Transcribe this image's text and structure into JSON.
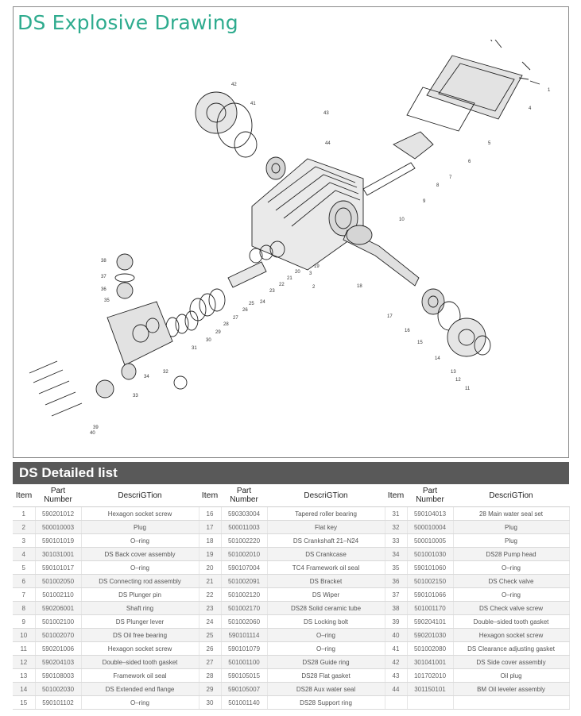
{
  "title": "DS Explosive Drawing",
  "list_title": "DS Detailed list",
  "headers": {
    "item": "Item",
    "part_number": "Part Number",
    "description": "DescriGTion"
  },
  "columns": [
    [
      {
        "item": "1",
        "part": "590201012",
        "desc": "Hexagon socket screw"
      },
      {
        "item": "2",
        "part": "500010003",
        "desc": "Plug"
      },
      {
        "item": "3",
        "part": "590101019",
        "desc": "O–ring"
      },
      {
        "item": "4",
        "part": "301031001",
        "desc": "DS Back cover assembly"
      },
      {
        "item": "5",
        "part": "590101017",
        "desc": "O–ring"
      },
      {
        "item": "6",
        "part": "501002050",
        "desc": "DS Connecting rod assembly"
      },
      {
        "item": "7",
        "part": "501002110",
        "desc": "DS Plunger pin"
      },
      {
        "item": "8",
        "part": "590206001",
        "desc": "Shaft ring"
      },
      {
        "item": "9",
        "part": "501002100",
        "desc": "DS Plunger lever"
      },
      {
        "item": "10",
        "part": "501002070",
        "desc": "DS Oil free bearing"
      },
      {
        "item": "11",
        "part": "590201006",
        "desc": "Hexagon socket screw"
      },
      {
        "item": "12",
        "part": "590204103",
        "desc": "Double–sided tooth gasket"
      },
      {
        "item": "13",
        "part": "590108003",
        "desc": "Framework oil seal"
      },
      {
        "item": "14",
        "part": "501002030",
        "desc": "DS Extended end flange"
      },
      {
        "item": "15",
        "part": "590101102",
        "desc": "O–ring"
      }
    ],
    [
      {
        "item": "16",
        "part": "590303004",
        "desc": "Tapered roller bearing"
      },
      {
        "item": "17",
        "part": "500011003",
        "desc": "Flat key"
      },
      {
        "item": "18",
        "part": "501002220",
        "desc": "DS Crankshaft 21–N24"
      },
      {
        "item": "19",
        "part": "501002010",
        "desc": "DS Crankcase"
      },
      {
        "item": "20",
        "part": "590107004",
        "desc": "TC4 Framework oil seal"
      },
      {
        "item": "21",
        "part": "501002091",
        "desc": "DS Bracket"
      },
      {
        "item": "22",
        "part": "501002120",
        "desc": "DS Wiper"
      },
      {
        "item": "23",
        "part": "501002170",
        "desc": "DS28 Solid ceramic tube"
      },
      {
        "item": "24",
        "part": "501002060",
        "desc": "DS Locking bolt"
      },
      {
        "item": "25",
        "part": "590101114",
        "desc": "O–ring"
      },
      {
        "item": "26",
        "part": "590101079",
        "desc": "O–ring"
      },
      {
        "item": "27",
        "part": "501001100",
        "desc": "DS28 Guide ring"
      },
      {
        "item": "28",
        "part": "590105015",
        "desc": "DS28 Flat gasket"
      },
      {
        "item": "29",
        "part": "590105007",
        "desc": "DS28 Aux water seal"
      },
      {
        "item": "30",
        "part": "501001140",
        "desc": "DS28 Support ring"
      }
    ],
    [
      {
        "item": "31",
        "part": "590104013",
        "desc": "28 Main water seal set"
      },
      {
        "item": "32",
        "part": "500010004",
        "desc": "Plug"
      },
      {
        "item": "33",
        "part": "500010005",
        "desc": "Plug"
      },
      {
        "item": "34",
        "part": "501001030",
        "desc": "DS28 Pump head"
      },
      {
        "item": "35",
        "part": "590101060",
        "desc": "O–ring"
      },
      {
        "item": "36",
        "part": "501002150",
        "desc": "DS Check valve"
      },
      {
        "item": "37",
        "part": "590101066",
        "desc": "O–ring"
      },
      {
        "item": "38",
        "part": "501001170",
        "desc": "DS Check valve screw"
      },
      {
        "item": "39",
        "part": "590204101",
        "desc": "Double–sided tooth gasket"
      },
      {
        "item": "40",
        "part": "590201030",
        "desc": "Hexagon socket screw"
      },
      {
        "item": "41",
        "part": "501002080",
        "desc": "DS Clearance adjusting gasket"
      },
      {
        "item": "42",
        "part": "301041001",
        "desc": "DS Side cover assembly"
      },
      {
        "item": "43",
        "part": "101702010",
        "desc": "Oil plug"
      },
      {
        "item": "44",
        "part": "301150101",
        "desc": "BM Oil leveler assembly"
      },
      {
        "item": "",
        "part": "",
        "desc": ""
      }
    ]
  ],
  "callouts": [
    "1",
    "2",
    "3",
    "4",
    "5",
    "6",
    "7",
    "8",
    "9",
    "10",
    "11",
    "12",
    "13",
    "14",
    "15",
    "16",
    "17",
    "18",
    "19",
    "20",
    "21",
    "22",
    "23",
    "24",
    "25",
    "26",
    "27",
    "28",
    "29",
    "30",
    "31",
    "32",
    "33",
    "34",
    "35",
    "36",
    "37",
    "38",
    "39",
    "40",
    "41",
    "42",
    "43",
    "44"
  ],
  "colors": {
    "title": "#2eab8e",
    "banner": "#595959"
  }
}
